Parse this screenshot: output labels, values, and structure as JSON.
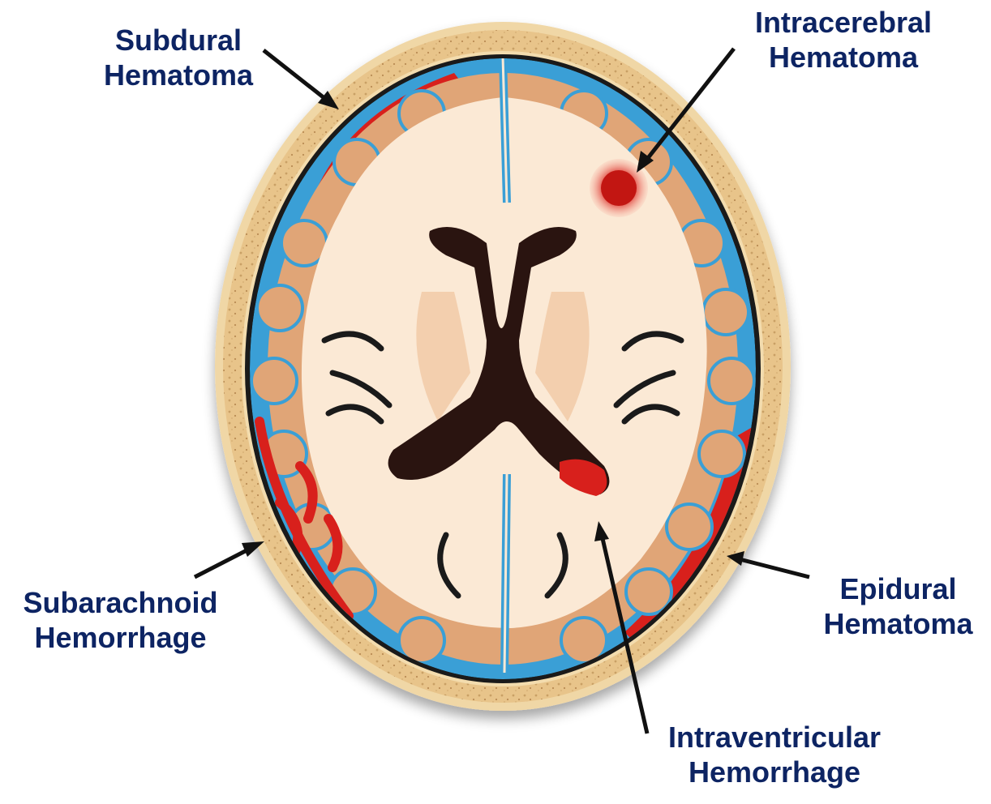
{
  "labels": {
    "subdural": {
      "line1": "Subdural",
      "line2": "Hematoma"
    },
    "intracerebral": {
      "line1": "Intracerebral",
      "line2": "Hematoma"
    },
    "subarachnoid": {
      "line1": "Subarachnoid",
      "line2": "Hemorrhage"
    },
    "epidural": {
      "line1": "Epidural",
      "line2": "Hematoma"
    },
    "intraventricular": {
      "line1": "Intraventricular",
      "line2": "Hemorrhage"
    }
  },
  "colors": {
    "label_text": "#0d2463",
    "arrow": "#111111",
    "skull": "#e8c48a",
    "skull_speckle": "#c9a065",
    "dura_gap": "#1a1a1a",
    "csf": "#3a9fd6",
    "gray_matter": "#e0a577",
    "white_matter": "#fbe9d5",
    "ventricle": "#2a1410",
    "blood": "#d8201c",
    "basal_ganglia": "#f3cfae"
  }
}
